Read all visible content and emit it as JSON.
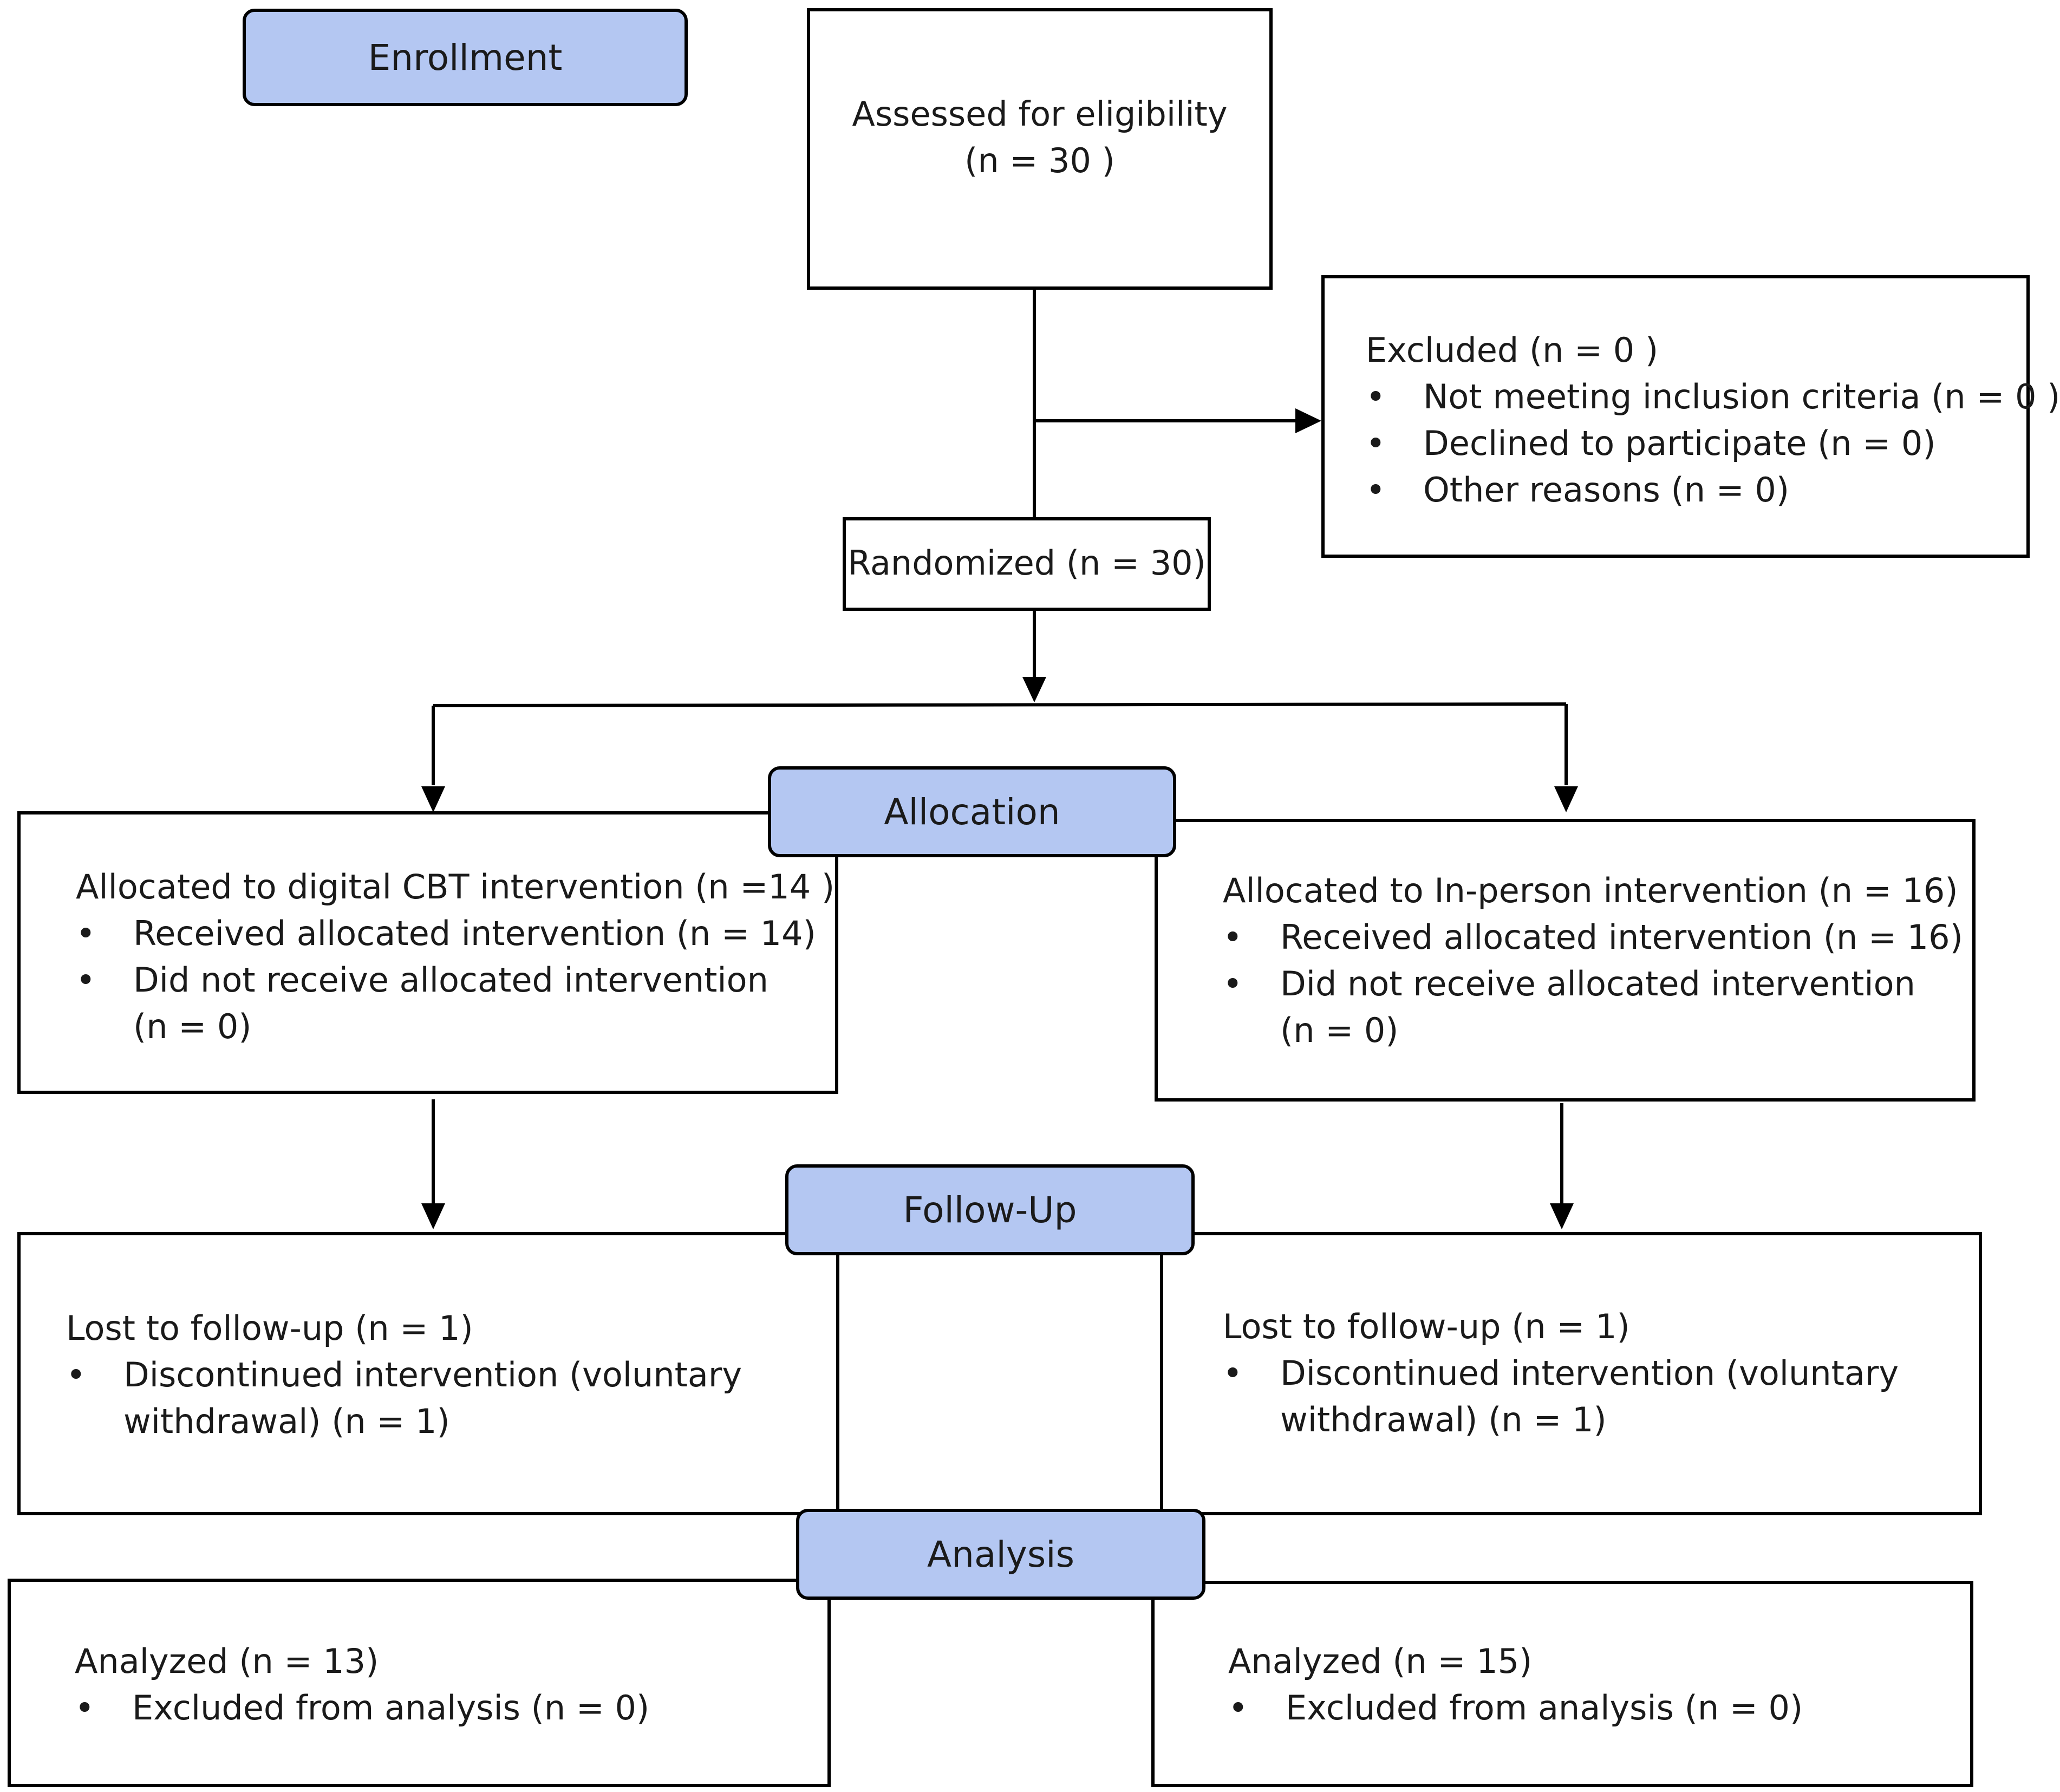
{
  "stages": {
    "enrollment": "Enrollment",
    "allocation": "Allocation",
    "follow_up": "Follow-Up",
    "analysis": "Analysis"
  },
  "assessed": {
    "title": "Assessed for eligibility",
    "count": "(n = 30 )"
  },
  "excluded": {
    "title": "Excluded (n = 0 )",
    "items": [
      "Not meeting inclusion criteria (n = 0 )",
      "Declined to participate (n = 0)",
      "Other reasons (n = 0)"
    ]
  },
  "randomized": "Randomized (n = 30)",
  "allocation": {
    "left": {
      "title": "Allocated to digital CBT intervention (n =14 )",
      "item1": "Received allocated intervention (n = 14)",
      "item2": "Did not receive allocated intervention",
      "item2_cont": "(n = 0)"
    },
    "right": {
      "title": "Allocated to In-person intervention (n = 16)",
      "item1": "Received allocated intervention (n = 16)",
      "item2": "Did not receive allocated intervention",
      "item2_cont": "(n = 0)"
    }
  },
  "follow_up": {
    "left": {
      "title": "Lost to follow-up (n = 1)",
      "item1": "Discontinued intervention (voluntary",
      "item1_cont": "withdrawal) (n = 1)"
    },
    "right": {
      "title": "Lost to follow-up (n = 1)",
      "item1": "Discontinued intervention (voluntary",
      "item1_cont": "withdrawal) (n = 1)"
    }
  },
  "analysis": {
    "left": {
      "title": "Analyzed (n = 13)",
      "item1": "Excluded from analysis (n = 0)"
    },
    "right": {
      "title": "Analyzed (n = 15)",
      "item1": "Excluded from analysis (n = 0)"
    }
  }
}
